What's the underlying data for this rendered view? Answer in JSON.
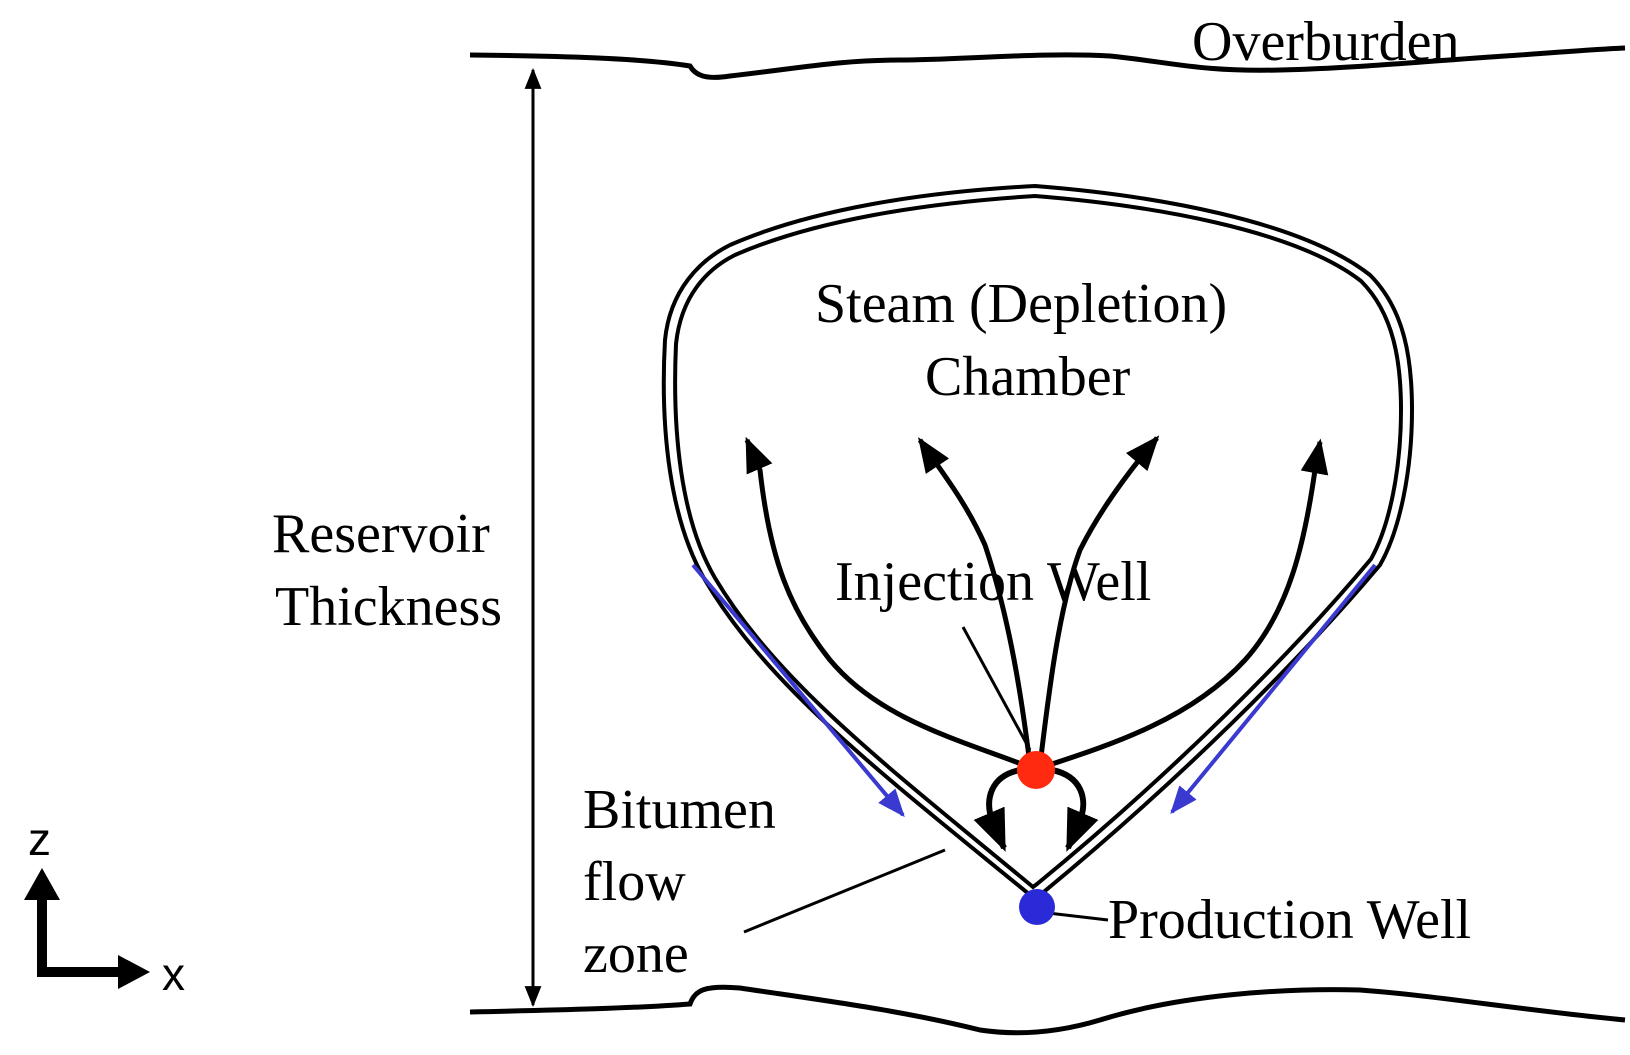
{
  "labels": {
    "overburden": "Overburden",
    "steam_chamber_line1": "Steam (Depletion)",
    "steam_chamber_line2": "Chamber",
    "injection_well": "Injection Well",
    "reservoir_line1": "Reservoir",
    "reservoir_line2": "Thickness",
    "bitumen_line1": "Bitumen",
    "bitumen_line2": "flow",
    "bitumen_line3": "zone",
    "production_well": "Production Well"
  },
  "axes": {
    "vertical": "z",
    "horizontal": "x"
  },
  "colors": {
    "outline": "#000000",
    "injection_well": "#ff2a10",
    "production_well": "#2a2ad8",
    "bitumen_flow_arrow": "#3a3ad0"
  }
}
